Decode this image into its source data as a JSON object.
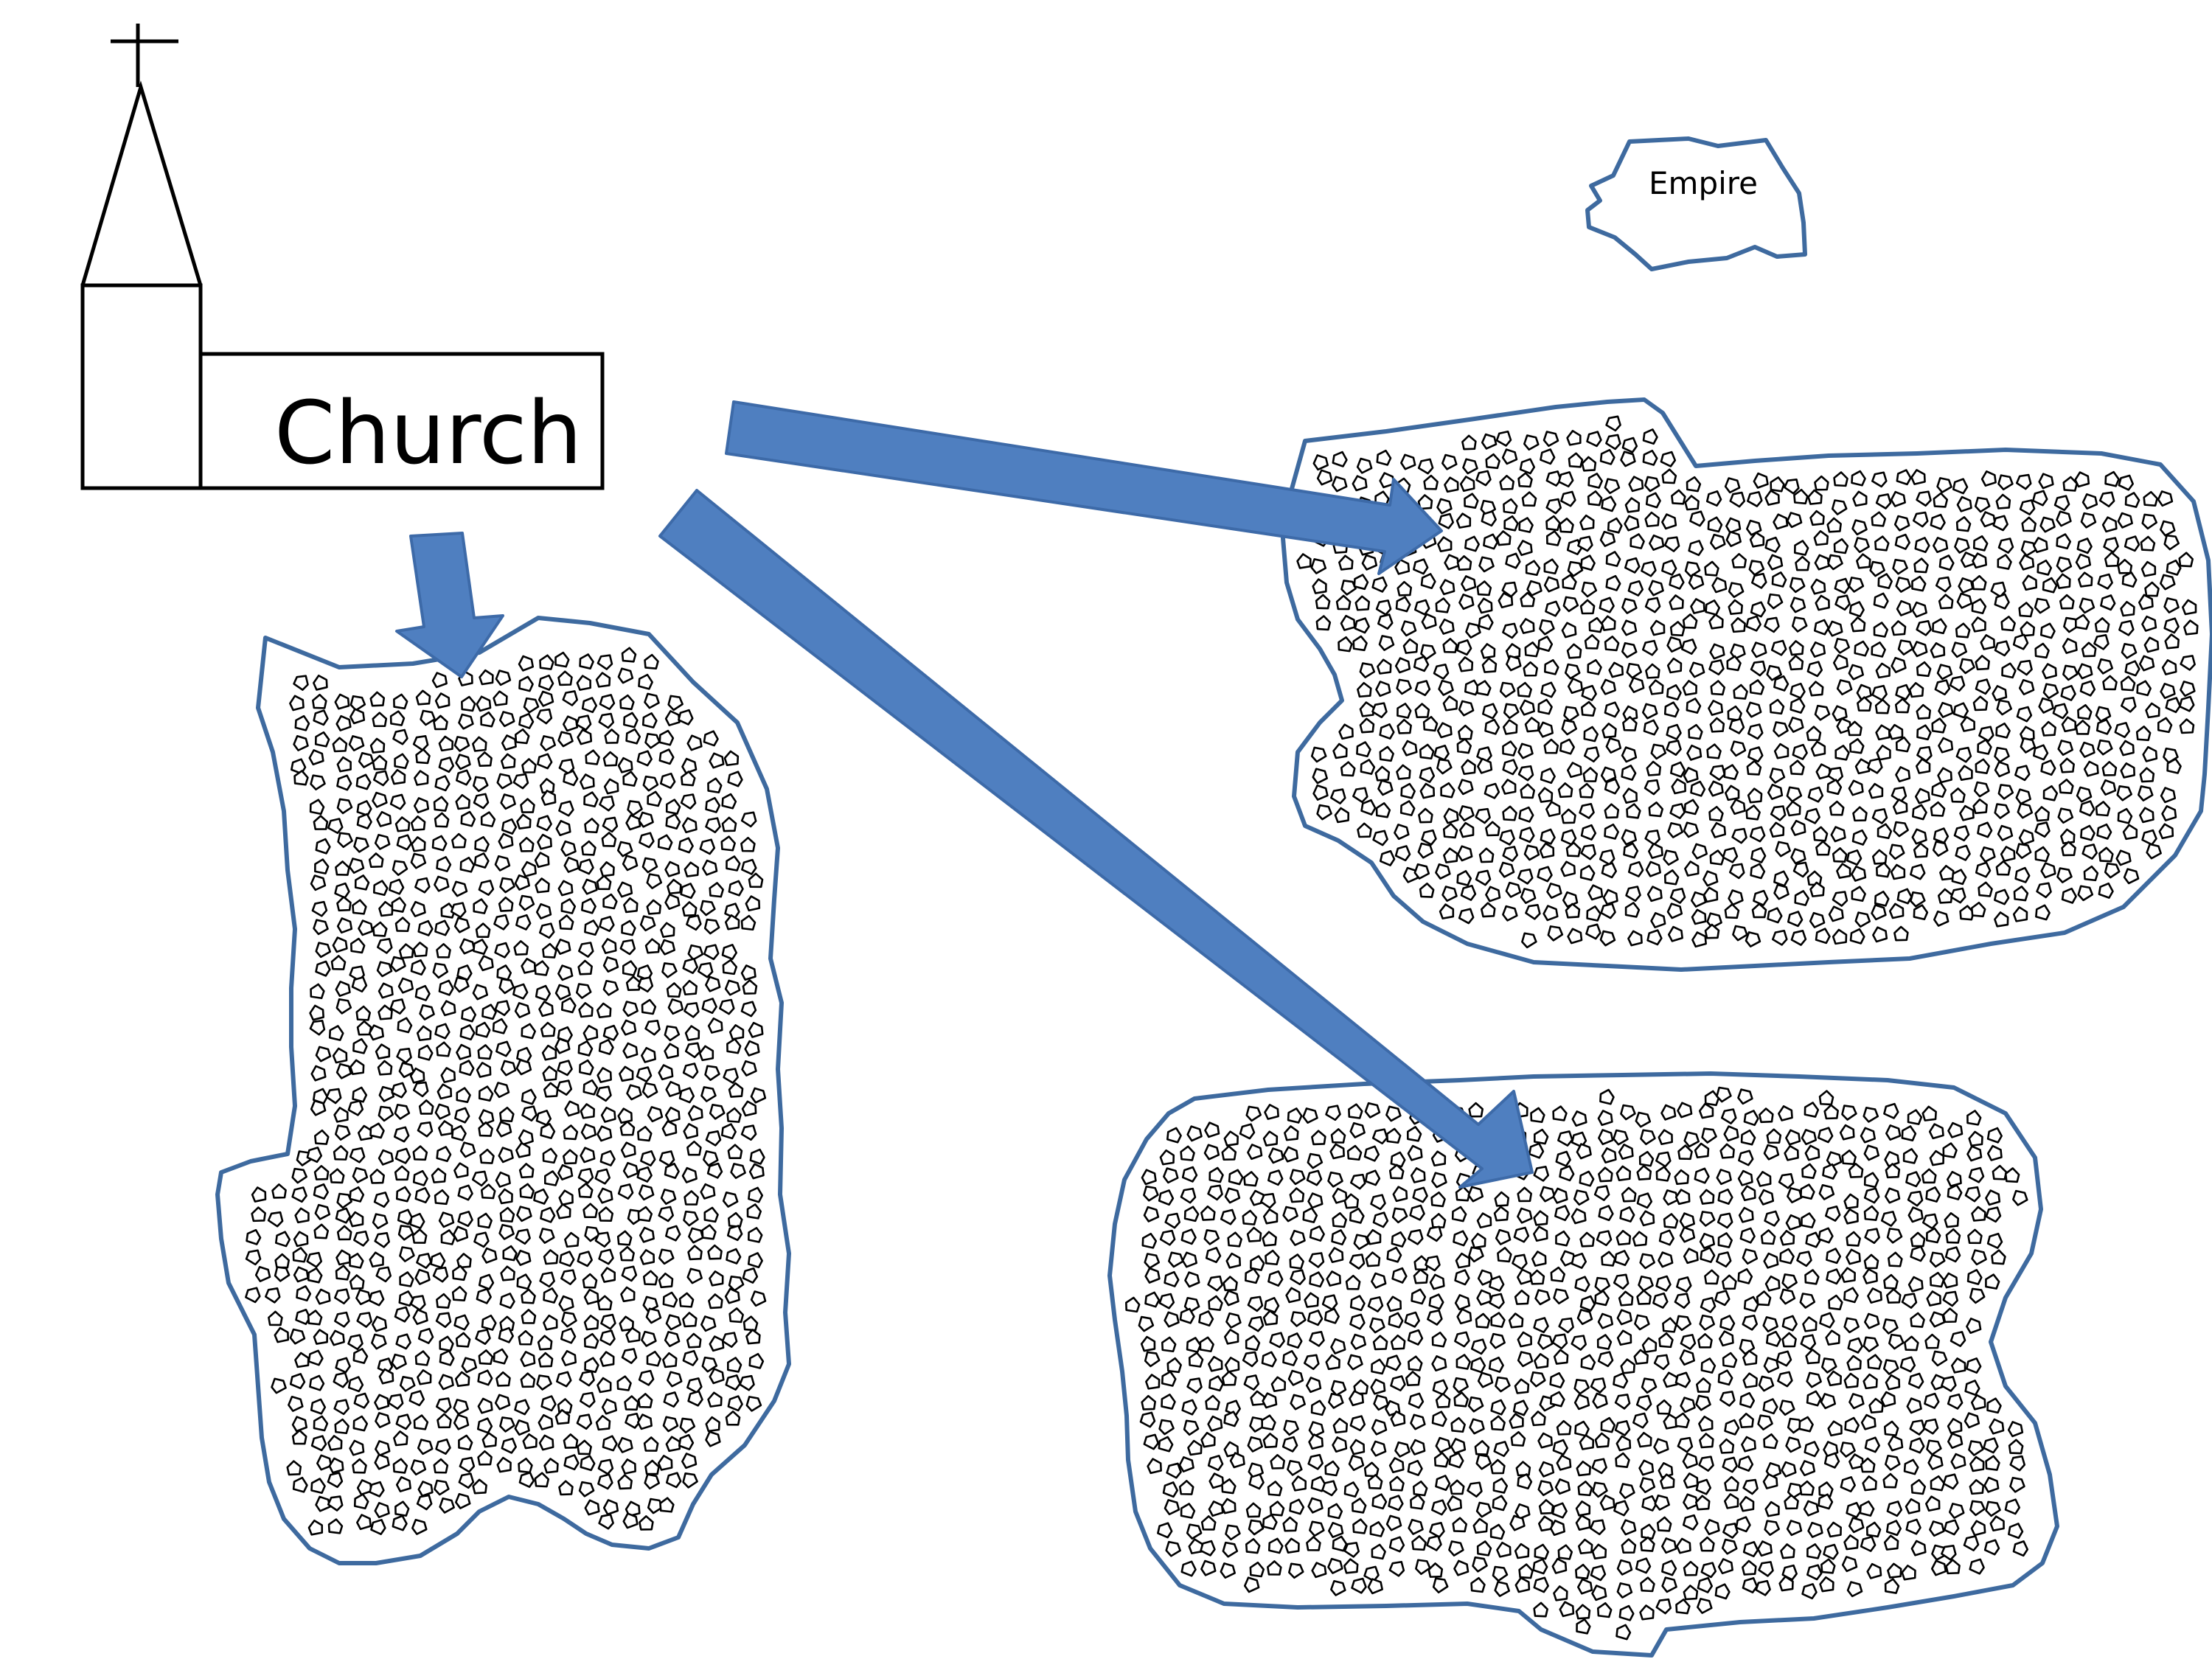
{
  "church": {
    "label": "Church"
  },
  "empire": {
    "label": "Empire"
  },
  "colors": {
    "arrow_fill": "#4f7fc0",
    "arrow_stroke": "#3d6aa8",
    "region_stroke": "#3e6a9f",
    "line": "#000000",
    "background": "#ffffff"
  },
  "icons": {
    "church": "church-building-icon",
    "cross": "cross-icon",
    "house": "house-icon"
  },
  "regions": [
    {
      "name": "population-region-left"
    },
    {
      "name": "population-region-top-right"
    },
    {
      "name": "population-region-bottom-right"
    }
  ]
}
